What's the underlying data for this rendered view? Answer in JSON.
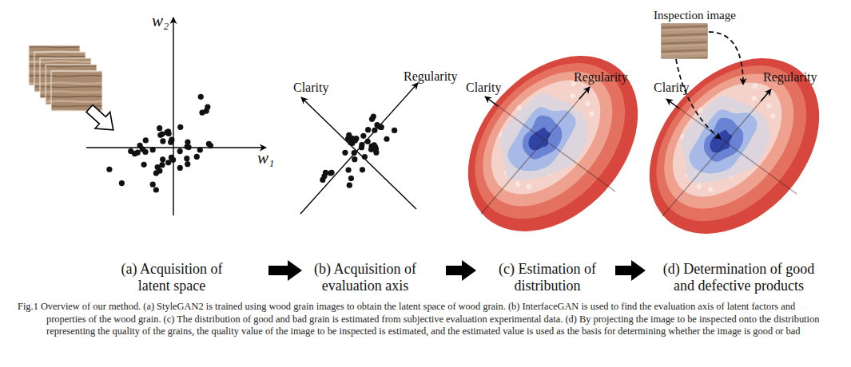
{
  "diagram": {
    "caption": "Fig.1 Overview of our method. (a) StyleGAN2 is trained using wood grain images to obtain the latent space of wood grain. (b) InterfaceGAN is used to find the evaluation axis of latent factors and properties of the wood grain. (c) The distribution of good and bad grain is estimated from subjective evaluation experimental data. (d) By projecting the image to be inspected onto the distribution representing the quality of the grains, the quality value of the image to be inspected is estimated, and the estimated value is used as the basis for determining whether the image is good or bad",
    "nodes": [
      {
        "text": [
          "(a) Acquisition of latent space"
        ]
      },
      {
        "text": [
          "(b) Acquisition of evaluation axis"
        ]
      },
      {
        "text": [
          "(c) Estimation of distribution"
        ]
      },
      {
        "text": [
          "(d) Determination of good and defective products"
        ]
      },
      {
        "text": [
          "Inspection image"
        ]
      }
    ],
    "edges": [
      {
        "from": 0,
        "to": 1,
        "arrow": "to"
      },
      {
        "from": 1,
        "to": 2,
        "arrow": "to"
      },
      {
        "from": 2,
        "to": 3,
        "arrow": "to"
      }
    ],
    "labels": [
      "w₂",
      "w₁",
      "Clarity",
      "Regularity",
      "Clarity",
      "Regularity",
      "Clarity",
      "Regularity"
    ]
  }
}
